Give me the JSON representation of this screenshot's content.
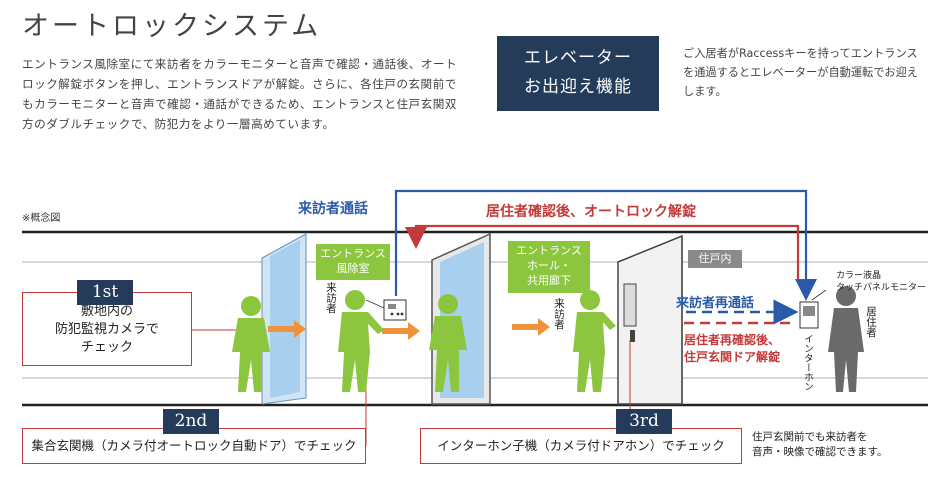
{
  "title": "オートロックシステム",
  "description": "エントランス風除室にて来訪者をカラーモニターと音声で確認・通話後、オートロック解錠ボタンを押し、エントランスドアが解錠。さらに、各住戸の玄関前でもカラーモニターと音声で確認・通話ができるため、エントランスと住戸玄関双方のダブルチェックで、防犯力をより一層高めています。",
  "elevator": {
    "line1": "エレベーター",
    "line2": "お出迎え機能",
    "desc": "ご入居者がRaccessキーを持ってエントランスを通過するとエレベーターが自動運転でお迎えします。"
  },
  "note": "※概念図",
  "arrows": {
    "visitor_call": "来訪者通話",
    "resident_unlock": "居住者確認後、オートロック解錠",
    "visitor_recall": "来訪者再通話",
    "resident_reconfirm_1": "居住者再確認後、",
    "resident_reconfirm_2": "住戸玄関ドア解錠"
  },
  "zones": {
    "entrance_vestibule_1": "エントランス",
    "entrance_vestibule_2": "風除室",
    "entrance_hall_1": "エントランス",
    "entrance_hall_2": "ホール・",
    "entrance_hall_3": "共用廊下",
    "dwelling": "住戸内"
  },
  "labels": {
    "visitor_a": "来訪者",
    "visitor_b": "来訪者",
    "resident": "居住者",
    "monitor_1": "カラー液晶",
    "monitor_2": "タッチパネルモニター",
    "intercom": "インターホン"
  },
  "steps": {
    "first_tag": "1st",
    "first_line1": "敷地内の",
    "first_line2": "防犯監視カメラで",
    "first_line3": "チェック",
    "second_tag": "2nd",
    "second_text": "集合玄関機（カメラ付オートロック自動ドア）でチェック",
    "third_tag": "3rd",
    "third_text": "インターホン子機（カメラ付ドアホン）でチェック",
    "third_note_1": "住戸玄関前でも来訪者を",
    "third_note_2": "音声・映像で確認できます。"
  },
  "colors": {
    "navy": "#243b5a",
    "green": "#8cc63f",
    "red": "#c43a3a",
    "blue": "#2a5aa8",
    "orange": "#f0923a",
    "gray": "#6a6a6a"
  }
}
